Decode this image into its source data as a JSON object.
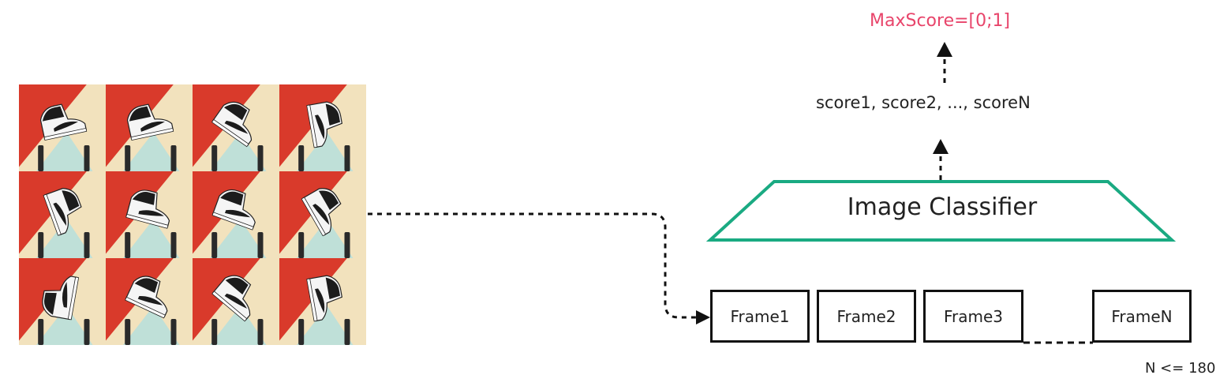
{
  "diagram": {
    "output_label": "MaxScore=[0;1]",
    "scores_label": "score1, score2, ..., scoreN",
    "classifier_label": "Image Classifier",
    "frames": [
      {
        "label": "Frame1"
      },
      {
        "label": "Frame2"
      },
      {
        "label": "Frame3"
      },
      {
        "label": "FrameN"
      }
    ],
    "n_limit_label": "N <= 180",
    "grid": {
      "rows": 3,
      "cols": 4
    }
  },
  "colors": {
    "output_text": "#e8456b",
    "classifier_outline": "#1aaa82",
    "background_red": "#d93a2b",
    "background_cream": "#f2e2bd",
    "mint_fabric": "#bfe0d8",
    "arrow": "#111111"
  },
  "icons": {
    "arrowhead": "triangle-arrowhead-icon",
    "sneaker_frame": "sneaker-photo-icon"
  }
}
